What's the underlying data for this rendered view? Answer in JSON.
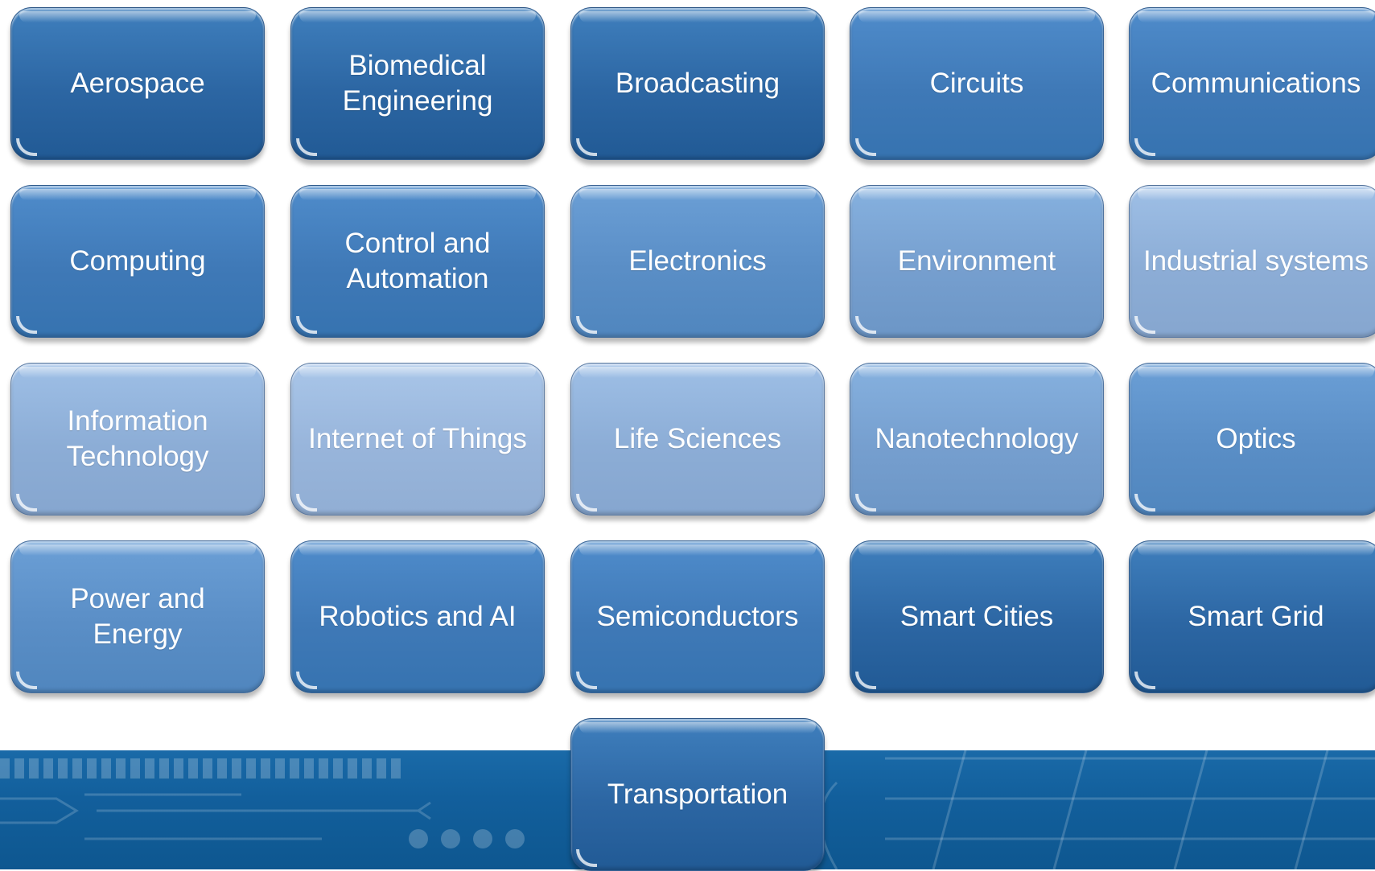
{
  "tiles": [
    {
      "label": "Aerospace"
    },
    {
      "label": "Biomedical Engineering"
    },
    {
      "label": "Broadcasting"
    },
    {
      "label": "Circuits"
    },
    {
      "label": "Communications"
    },
    {
      "label": "Computing"
    },
    {
      "label": "Control and Automation"
    },
    {
      "label": "Electronics"
    },
    {
      "label": "Environment"
    },
    {
      "label": "Industrial systems"
    },
    {
      "label": "Information Technology"
    },
    {
      "label": "Internet of Things"
    },
    {
      "label": "Life Sciences"
    },
    {
      "label": "Nanotechnology"
    },
    {
      "label": "Optics"
    },
    {
      "label": "Power and Energy"
    },
    {
      "label": "Robotics and AI"
    },
    {
      "label": "Semiconductors"
    },
    {
      "label": "Smart Cities"
    },
    {
      "label": "Smart Grid"
    },
    {
      "label": "Transportation"
    }
  ],
  "colors": {
    "banner": "#125f9c",
    "tile_dark": "#2c66a3",
    "tile_light": "#98b5db"
  }
}
